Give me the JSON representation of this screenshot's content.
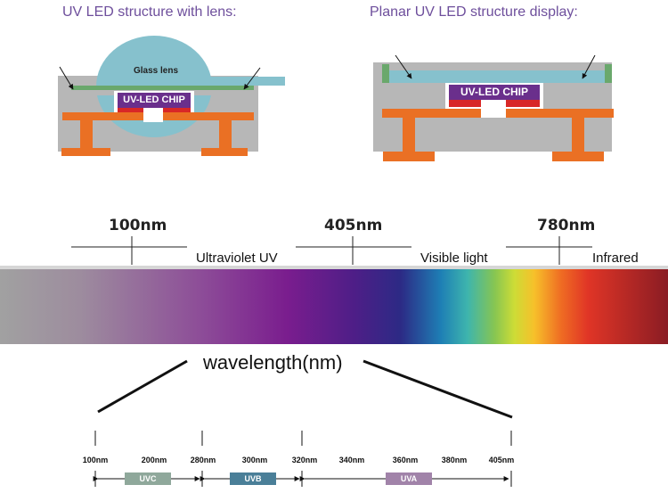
{
  "titles": {
    "left": "UV LED structure with lens:",
    "right": "Planar UV LED structure display:"
  },
  "diagram_left": {
    "lens_label": "Glass lens",
    "chip_label": "UV-LED CHIP"
  },
  "diagram_right": {
    "chip_label": "UV-LED CHIP"
  },
  "scale": {
    "markers": [
      "100nm",
      "405nm",
      "780nm"
    ],
    "regions": [
      "Ultraviolet UV",
      "Visible light",
      "Infrared"
    ]
  },
  "spectrum": {
    "axis_label": "wavelength(nm)"
  },
  "uv_scale": {
    "ticks": [
      "100nm",
      "200nm",
      "280nm",
      "300nm",
      "320nm",
      "340nm",
      "360nm",
      "380nm",
      "405nm"
    ],
    "bands": [
      {
        "name": "UVC",
        "color": "#8fa89b"
      },
      {
        "name": "UVB",
        "color": "#4a7f98"
      },
      {
        "name": "UVA",
        "color": "#a183a9"
      }
    ]
  },
  "colors": {
    "title": "#6e4f9c",
    "gray": "#b7b7b7",
    "orange": "#ea7024",
    "lens": "#86c1cd",
    "green": "#6aa86c",
    "chip": "#6a2f8c",
    "red": "#d82727"
  }
}
